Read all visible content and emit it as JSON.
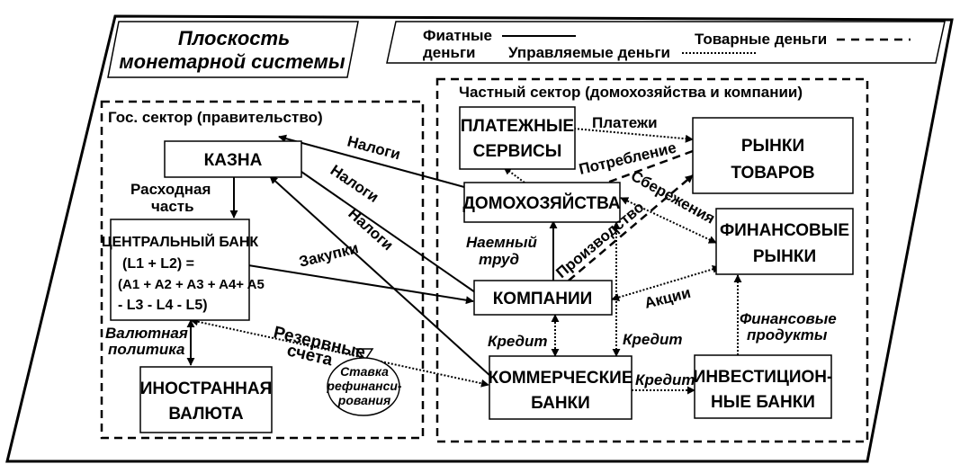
{
  "plane_title": [
    "Плоскость",
    "монетарной системы"
  ],
  "legend": {
    "fiat": [
      "Фиатные",
      "деньги"
    ],
    "managed": "Управляемые деньги",
    "commodity": "Товарные деньги"
  },
  "sectors": {
    "government": "Гос. сектор (правительство)",
    "private": "Частный сектор (домохозяйства и компании)"
  },
  "nodes": {
    "treasury": "КАЗНА",
    "central_bank": "ЦЕНТРАЛЬНЫЙ БАНК",
    "foreign_currency": [
      "ИНОСТРАННАЯ",
      "ВАЛЮТА"
    ],
    "payment_services": [
      "ПЛАТЕЖНЫЕ",
      "СЕРВИСЫ"
    ],
    "goods_markets": [
      "РЫНКИ",
      "ТОВАРОВ"
    ],
    "households": "ДОМОХОЗЯЙСТВА",
    "financial_markets": [
      "ФИНАНСОВЫЕ",
      "РЫНКИ"
    ],
    "companies": "КОМПАНИИ",
    "commercial_banks": [
      "КОММЕРЧЕСКИЕ",
      "БАНКИ"
    ],
    "investment_banks": [
      "ИНВЕСТИЦИОН-",
      "НЫЕ БАНКИ"
    ],
    "refinancing_rate": [
      "Ставка",
      "рефинанси-",
      "рования"
    ]
  },
  "formula": [
    "(L1 + L2) =",
    "(A1 + A2 + A3 + A4+ A5",
    "- L3 - L4 - L5)"
  ],
  "edge_labels": {
    "expenditure": [
      "Расходная",
      "часть"
    ],
    "taxes_1": "Налоги",
    "taxes_2": "Налоги",
    "taxes_3": "Налоги",
    "purchases": "Закупки",
    "currency_policy": [
      "Валютная",
      "политика"
    ],
    "reserve_accounts": [
      "Резервные",
      "счета"
    ],
    "payments": "Платежи",
    "consumption": "Потребление",
    "savings": "Сбережения",
    "production": "Производство",
    "wage_labor": [
      "Наемный",
      "труд"
    ],
    "shares": "Акции",
    "credit_1": "Кредит",
    "credit_2": "Кредит",
    "credit_3": "Кредит",
    "financial_products": [
      "Финансовые",
      "продукты"
    ]
  }
}
